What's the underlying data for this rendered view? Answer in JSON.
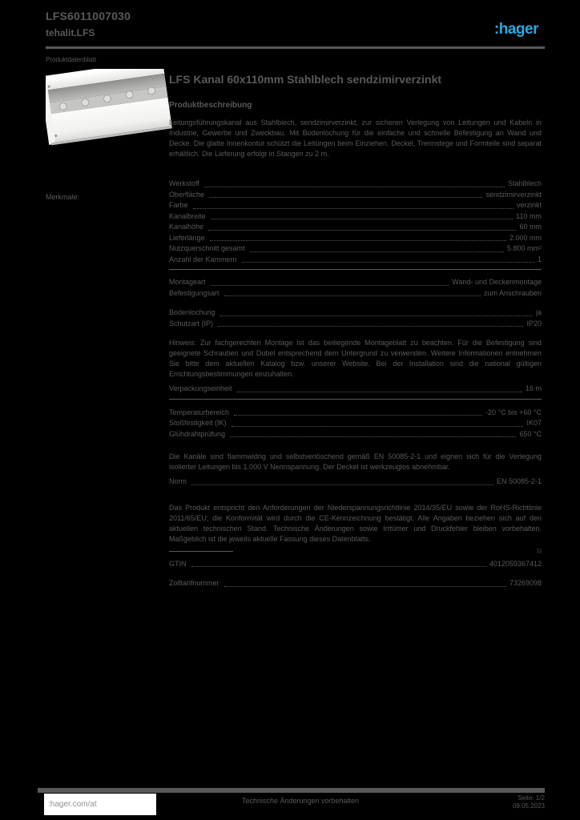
{
  "colors": {
    "background": "#000000",
    "text_gray": "#58595b",
    "logo_blue": "#29a9e0",
    "footer_box": "#ffffff"
  },
  "header": {
    "ref": "LFS6011007030",
    "family": "tehalit.LFS",
    "doc_label": "Produktdatenblatt",
    "logo_text": ":hager"
  },
  "product": {
    "title": "LFS Kanal 60x110mm Stahlblech sendzimirverzinkt",
    "image_alt": "steel-trunking-photo",
    "description_heading": "Produktbeschreibung",
    "description": "Leitungsführungskanal aus Stahlblech, sendzimirverzinkt, zur sicheren Verlegung von Leitungen und Kabeln in Industrie, Gewerbe und Zweckbau. Mit Bodenlochung für die einfache und schnelle Befestigung an Wand und Decke. Die glatte Innenkontur schützt die Leitungen beim Einziehen. Deckel, Trennstege und Formteile sind separat erhältlich. Die Lieferung erfolgt in Stangen zu 2 m."
  },
  "specs": {
    "side_label": "Merkmale:",
    "items": [
      {
        "t": "row",
        "label": "Werkstoff",
        "value": "Stahlblech"
      },
      {
        "t": "row",
        "label": "Oberfläche",
        "value": "sendzimirverzinkt"
      },
      {
        "t": "row",
        "label": "Farbe",
        "value": "verzinkt"
      },
      {
        "t": "row",
        "label": "Kanalbreite",
        "value": "110 mm"
      },
      {
        "t": "row",
        "label": "Kanalhöhe",
        "value": "60 mm"
      },
      {
        "t": "row",
        "label": "Lieferlänge",
        "value": "2.000 mm"
      },
      {
        "t": "row",
        "label": "Nutzquerschnitt gesamt",
        "value": "5.800 mm²"
      },
      {
        "t": "row",
        "label": "Anzahl der Kammern",
        "value": "1"
      },
      {
        "t": "rule"
      },
      {
        "t": "gap",
        "h": 5
      },
      {
        "t": "row",
        "label": "Montageart",
        "value": "Wand- und Deckenmontage"
      },
      {
        "t": "row",
        "label": "Befestigungsart",
        "value": "zum Anschrauben"
      },
      {
        "t": "gap",
        "h": 11
      },
      {
        "t": "row",
        "label": "Bodenlochung",
        "value": "ja"
      },
      {
        "t": "row",
        "label": "Schutzart (IP)",
        "value": "IP20"
      },
      {
        "t": "gap",
        "h": 6
      },
      {
        "t": "para",
        "text": "Hinweis: Zur fachgerechten Montage ist das beiliegende Montageblatt zu beachten. Für die Befestigung sind geeignete Schrauben und Dübel entsprechend dem Untergrund zu verwenden. Weitere Informationen entnehmen Sie bitte dem aktuellen Katalog bzw. unserer Website. Bei der Installation sind die national gültigen Errichtungsbestimmungen einzuhalten."
      },
      {
        "t": "row",
        "label": "Verpackungseinheit",
        "value": "16 m"
      },
      {
        "t": "rule"
      },
      {
        "t": "gap",
        "h": 6
      },
      {
        "t": "row",
        "label": "Temperaturbereich",
        "value": "-20 °C bis +60 °C"
      },
      {
        "t": "row",
        "label": "Stoßfestigkeit (IK)",
        "value": "IK07"
      },
      {
        "t": "row",
        "label": "Glühdrahtprüfung",
        "value": "650 °C"
      },
      {
        "t": "gap",
        "h": 10
      },
      {
        "t": "para",
        "text": "Die Kanäle sind flammwidrig und selbstverlöschend gemäß EN 50085-2-1 und eignen sich für die Verlegung isolierter Leitungen bis 1.000 V Nennspannung. Der Deckel ist werkzeuglos abnehmbar."
      },
      {
        "t": "row",
        "label": "Norm",
        "value": "EN 50085-2-1"
      },
      {
        "t": "gap",
        "h": 14
      },
      {
        "t": "para",
        "text": "Das Produkt entspricht den Anforderungen der Niederspannungsrichtlinie 2014/35/EU sowie der RoHS-Richtlinie 2011/65/EU; die Konformität wird durch die CE-Kennzeichnung bestätigt. Alle Angaben beziehen sich auf den aktuellen technischen Stand. Technische Änderungen sowie Irrtümer und Druckfehler bleiben vorbehalten. Maßgeblich ist die jeweils aktuelle Fassung dieses Datenblatts."
      },
      {
        "t": "foot",
        "mark": "1)"
      },
      {
        "t": "gap",
        "h": 4
      },
      {
        "t": "row",
        "label": "GTIN",
        "value": "4012059367412"
      },
      {
        "t": "gap",
        "h": 11
      },
      {
        "t": "row",
        "label": "Zolltarifnummer",
        "value": "73269098"
      }
    ]
  },
  "footer": {
    "website": ":hager.com/at",
    "center": "Technische Änderungen vorbehalten",
    "right_line1": "Seite: 1/2",
    "right_line2": "09.05.2023"
  }
}
